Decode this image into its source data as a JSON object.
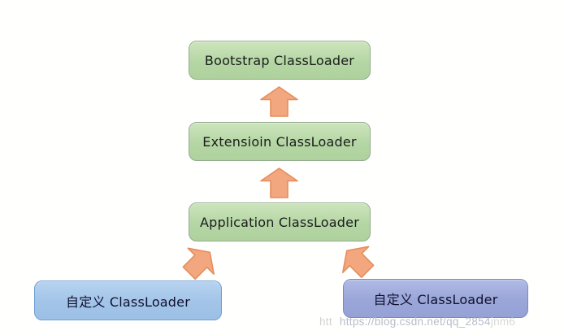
{
  "diagram": {
    "nodes": [
      {
        "id": "bootstrap",
        "label": "Bootstrap ClassLoader",
        "kind": "system"
      },
      {
        "id": "extension",
        "label": "Extensioin ClassLoader",
        "kind": "system"
      },
      {
        "id": "application",
        "label": "Application ClassLoader",
        "kind": "system"
      },
      {
        "id": "custom_left",
        "label": "自定义 ClassLoader",
        "kind": "custom"
      },
      {
        "id": "custom_right",
        "label": "自定义 ClassLoader",
        "kind": "custom"
      }
    ],
    "edges": [
      {
        "from": "extension",
        "to": "bootstrap",
        "arrow": "up"
      },
      {
        "from": "application",
        "to": "extension",
        "arrow": "up"
      },
      {
        "from": "custom_left",
        "to": "application",
        "arrow": "up-right"
      },
      {
        "from": "custom_right",
        "to": "application",
        "arrow": "up-left"
      }
    ],
    "colors": {
      "background": "#fffffe",
      "system_box_fill_top": "#cde5bc",
      "system_box_fill_bottom": "#aed19d",
      "system_box_border": "#94ab90",
      "custom_left_fill_top": "#b7d3f0",
      "custom_left_fill_bottom": "#9cc0e6",
      "custom_left_border": "#6f9ed2",
      "custom_right_fill_top": "#b0bae6",
      "custom_right_fill_bottom": "#96a2d6",
      "custom_right_border": "#7b87c4",
      "arrow_fill": "#f3a77e",
      "arrow_border": "#e58d5c",
      "system_text": "#1c1c1c",
      "custom_text": "#10102e"
    }
  },
  "watermark": {
    "fragment": "htt",
    "url": "https://blog.csdn.net/qq_2854",
    "tail": "jnm6"
  }
}
